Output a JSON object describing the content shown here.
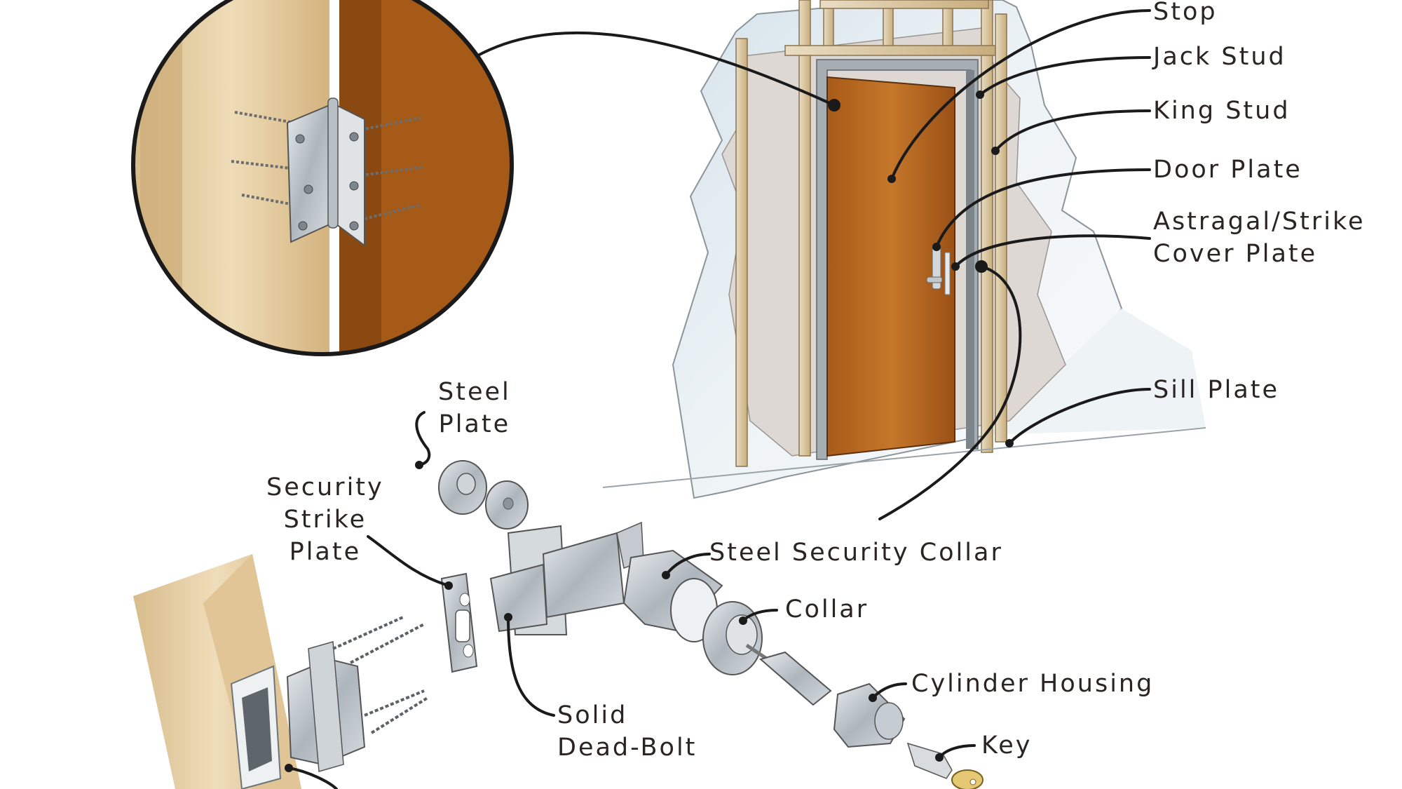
{
  "labels": {
    "stop": "Stop",
    "jack_stud": "Jack Stud",
    "king_stud": "King Stud",
    "door_plate": "Door Plate",
    "astragal_line1": "Astragal/Strike",
    "astragal_line2": "Cover Plate",
    "sill_plate": "Sill Plate",
    "steel_plate_line1": "Steel",
    "steel_plate_line2": "Plate",
    "security_strike_line1": "Security",
    "security_strike_line2": "Strike",
    "security_strike_line3": "Plate",
    "steel_security_collar": "Steel Security Collar",
    "collar": "Collar",
    "solid_deadbolt_line1": "Solid",
    "solid_deadbolt_line2": "Dead-Bolt",
    "cylinder_housing": "Cylinder Housing",
    "key": "Key"
  },
  "colors": {
    "wall": "#eef3f5",
    "wall_shadow": "#d9e6ed",
    "framing": "#e8cfa0",
    "door": "#b8671f",
    "door_dark": "#8e4a13",
    "metal": "#c3c9ce",
    "leader": "#1a1a1a",
    "text": "#2a2522"
  }
}
